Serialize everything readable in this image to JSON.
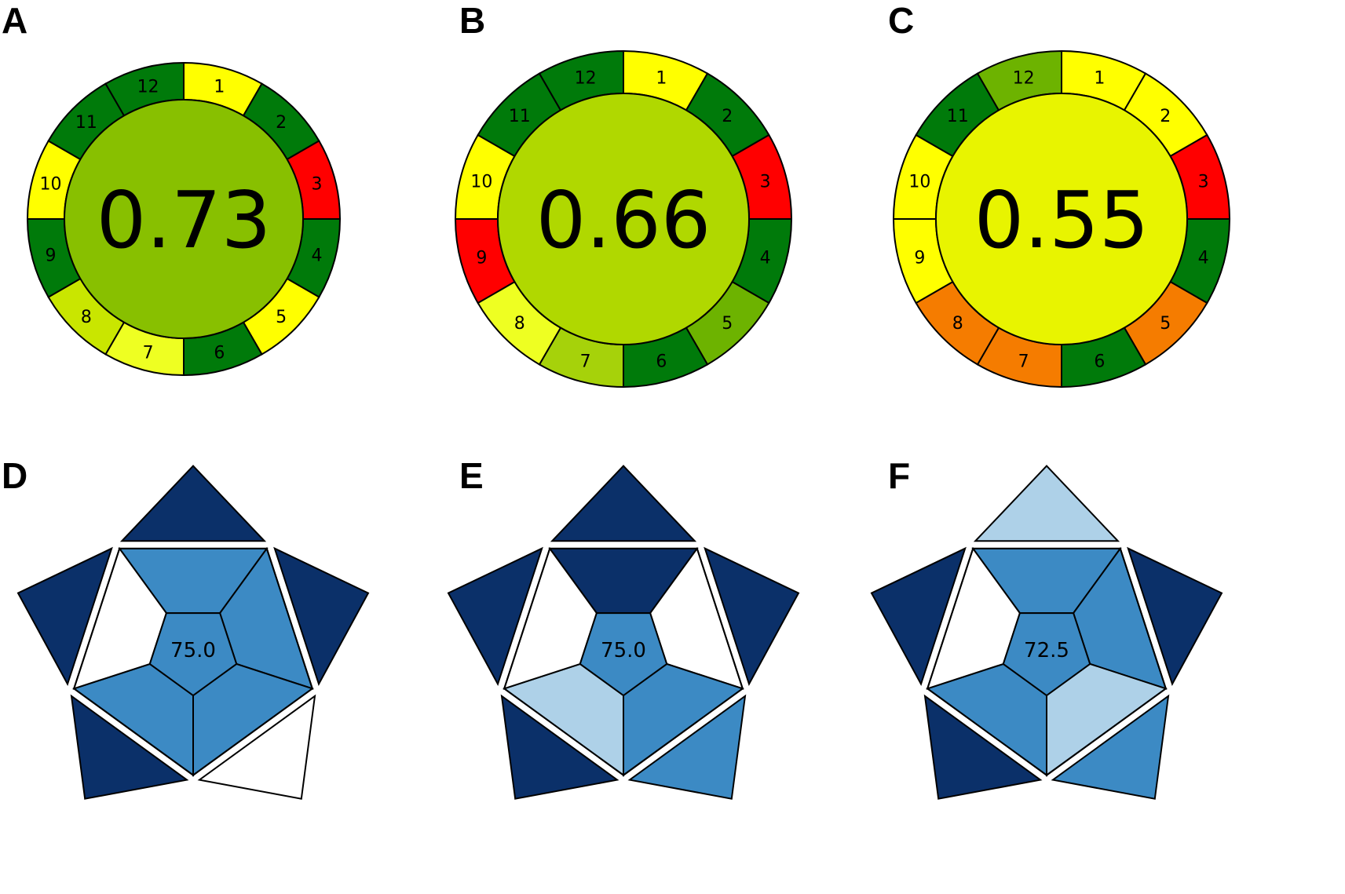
{
  "colors": {
    "red": "#ff0000",
    "orange": "#f57c00",
    "yellow": "#ffff00",
    "pale_yellow": "#eeff22",
    "yellow_green": "#c9e600",
    "light_green": "#a6d20a",
    "mid_green": "#6db300",
    "dark_green": "#007a0a",
    "navy": "#0b3069",
    "mid_blue": "#3c8ac4",
    "light_blue": "#aed1e8",
    "white": "#ffffff"
  },
  "agree_panels": [
    {
      "letter": "A",
      "score": "0.73",
      "center_color": "#88c000",
      "segments": [
        {
          "n": "1",
          "color": "yellow"
        },
        {
          "n": "2",
          "color": "dark_green"
        },
        {
          "n": "3",
          "color": "red"
        },
        {
          "n": "4",
          "color": "dark_green"
        },
        {
          "n": "5",
          "color": "yellow"
        },
        {
          "n": "6",
          "color": "dark_green"
        },
        {
          "n": "7",
          "color": "pale_yellow"
        },
        {
          "n": "8",
          "color": "yellow_green"
        },
        {
          "n": "9",
          "color": "dark_green"
        },
        {
          "n": "10",
          "color": "yellow"
        },
        {
          "n": "11",
          "color": "dark_green"
        },
        {
          "n": "12",
          "color": "dark_green"
        }
      ]
    },
    {
      "letter": "B",
      "score": "0.66",
      "center_color": "#b0d800",
      "segments": [
        {
          "n": "1",
          "color": "yellow"
        },
        {
          "n": "2",
          "color": "dark_green"
        },
        {
          "n": "3",
          "color": "red"
        },
        {
          "n": "4",
          "color": "dark_green"
        },
        {
          "n": "5",
          "color": "mid_green"
        },
        {
          "n": "6",
          "color": "dark_green"
        },
        {
          "n": "7",
          "color": "light_green"
        },
        {
          "n": "8",
          "color": "pale_yellow"
        },
        {
          "n": "9",
          "color": "red"
        },
        {
          "n": "10",
          "color": "yellow"
        },
        {
          "n": "11",
          "color": "dark_green"
        },
        {
          "n": "12",
          "color": "dark_green"
        }
      ]
    },
    {
      "letter": "C",
      "score": "0.55",
      "center_color": "#e8f400",
      "segments": [
        {
          "n": "1",
          "color": "yellow"
        },
        {
          "n": "2",
          "color": "yellow"
        },
        {
          "n": "3",
          "color": "red"
        },
        {
          "n": "4",
          "color": "dark_green"
        },
        {
          "n": "5",
          "color": "orange"
        },
        {
          "n": "6",
          "color": "dark_green"
        },
        {
          "n": "7",
          "color": "orange"
        },
        {
          "n": "8",
          "color": "orange"
        },
        {
          "n": "9",
          "color": "yellow"
        },
        {
          "n": "10",
          "color": "yellow"
        },
        {
          "n": "11",
          "color": "dark_green"
        },
        {
          "n": "12",
          "color": "mid_green"
        }
      ]
    }
  ],
  "star_panels": [
    {
      "letter": "D",
      "score": "75.0",
      "fills": {
        "outer_triangles": [
          "navy",
          "navy",
          "white",
          "navy",
          "navy"
        ],
        "middle": [
          "mid_blue",
          "mid_blue",
          "mid_blue",
          "mid_blue",
          "white"
        ],
        "center": "mid_blue"
      }
    },
    {
      "letter": "E",
      "score": "75.0",
      "fills": {
        "outer_triangles": [
          "navy",
          "navy",
          "mid_blue",
          "navy",
          "navy"
        ],
        "middle": [
          "navy",
          "white",
          "mid_blue",
          "light_blue",
          "white"
        ],
        "center": "mid_blue"
      }
    },
    {
      "letter": "F",
      "score": "72.5",
      "fills": {
        "outer_triangles": [
          "light_blue",
          "navy",
          "mid_blue",
          "navy",
          "navy"
        ],
        "middle": [
          "mid_blue",
          "mid_blue",
          "light_blue",
          "mid_blue",
          "white"
        ],
        "center": "mid_blue"
      }
    }
  ]
}
